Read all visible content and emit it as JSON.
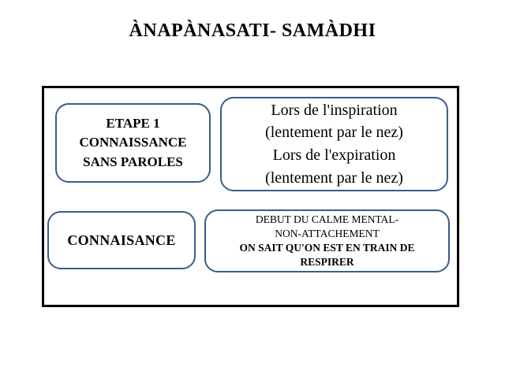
{
  "title": "ÀNAPÀNASATI- SAMÀDHI",
  "colors": {
    "background": "#FFFFFF",
    "text": "#000000",
    "frame_border": "#000000",
    "box_border": "#385D8A"
  },
  "boxes": {
    "etape1": {
      "lines": [
        "ETAPE 1",
        "CONNAISSANCE",
        "SANS PAROLES"
      ]
    },
    "breathing": {
      "lines": [
        "Lors de l'inspiration",
        "(lentement par le nez)",
        "Lors de l'expiration",
        "(lentement par le nez)"
      ]
    },
    "connaisance": {
      "label": "CONNAISANCE"
    },
    "calme": {
      "regular_lines": [
        "DEBUT DU CALME MENTAL-",
        "NON-ATTACHEMENT"
      ],
      "bold_lines": [
        "ON SAIT QU'ON EST EN TRAIN DE",
        "RESPIRER"
      ]
    }
  }
}
